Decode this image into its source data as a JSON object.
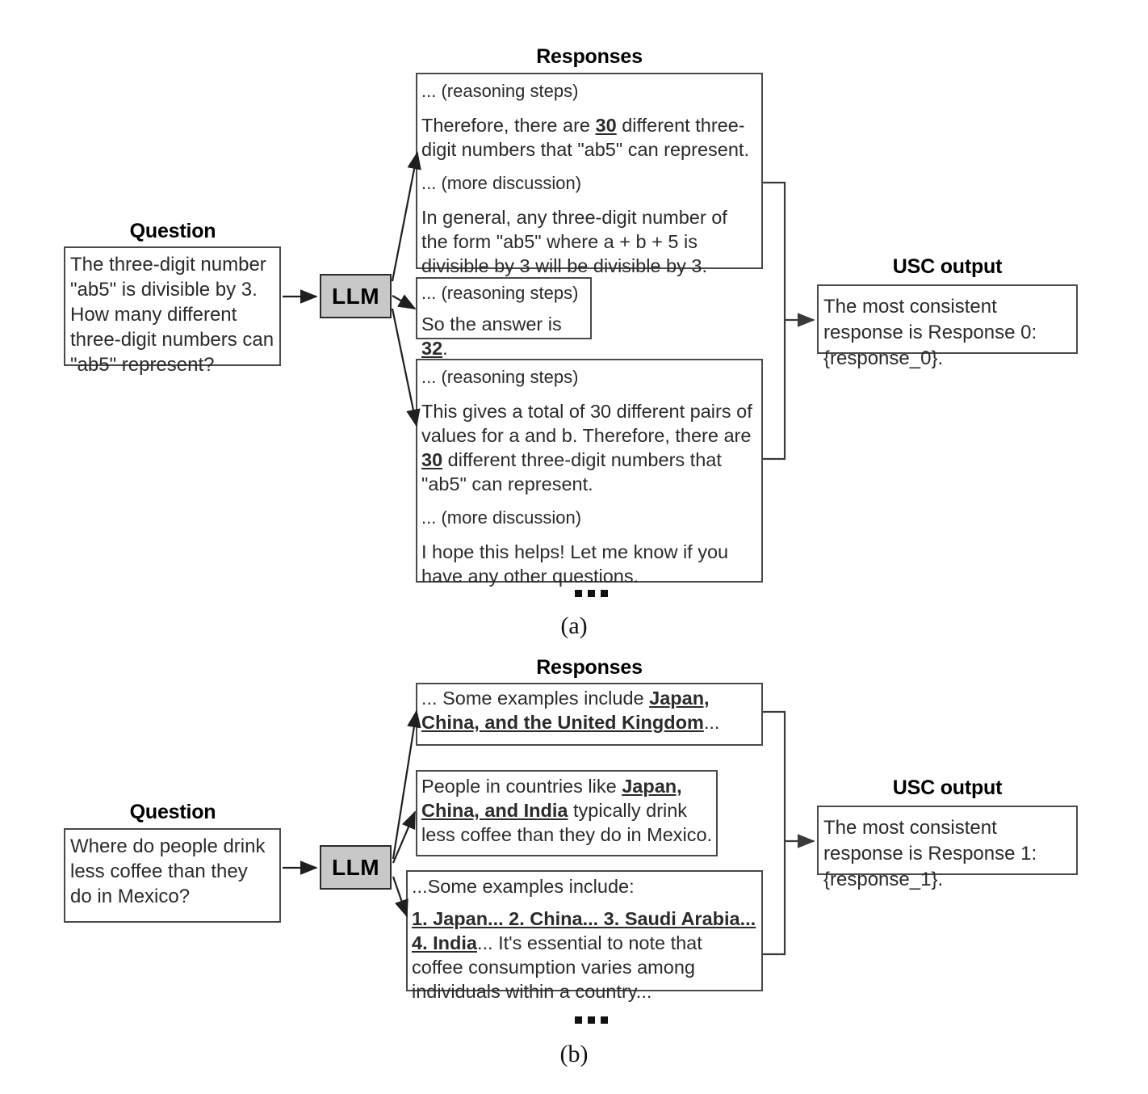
{
  "figure": {
    "panels": [
      {
        "id": "panel-a",
        "caption": "(a)",
        "question_title": "Question",
        "question_text": "The three-digit number \"ab5\" is divisible by 3. How many different three-digit numbers can \"ab5\" represent?",
        "model_label": "LLM",
        "responses_title": "Responses",
        "responses": [
          {
            "id": "response-0",
            "lines": [
              "... (reasoning steps)",
              "Therefore, there are 30 different three-digit numbers that \"ab5\" can represent.",
              "... (more discussion)",
              "In general, any three-digit number of the form \"ab5\" where a + b + 5 is divisible by 3 will be divisible by 3."
            ],
            "highlight": "30"
          },
          {
            "id": "response-1",
            "lines": [
              "... (reasoning steps)",
              "So the answer is 32."
            ],
            "highlight": "32"
          },
          {
            "id": "response-2",
            "lines": [
              "... (reasoning steps)",
              "This gives a total of 30 different pairs of values for a and b. Therefore, there are 30 different three-digit numbers that \"ab5\" can represent.",
              "... (more discussion)",
              "I hope this helps! Let me know if you have any other questions."
            ],
            "highlight": "30"
          }
        ],
        "more_responses_marker": "...",
        "output_title": "USC output",
        "output_text": "The most consistent response is Response 0: {response_0}."
      },
      {
        "id": "panel-b",
        "caption": "(b)",
        "question_title": "Question",
        "question_text": "Where do people drink less coffee than they do in Mexico?",
        "model_label": "LLM",
        "responses_title": "Responses",
        "responses": [
          {
            "id": "response-0",
            "lines": [
              "... Some examples include Japan, China, and the United Kingdom..."
            ],
            "highlight": "Japan, China, and the United Kingdom"
          },
          {
            "id": "response-1",
            "lines": [
              "People in countries like Japan, China, and India typically drink less coffee than they do in Mexico."
            ],
            "highlight": "Japan, China, and India"
          },
          {
            "id": "response-2",
            "lines": [
              "...Some examples include:",
              "1. Japan... 2. China... 3. Saudi Arabia... 4. India... It's essential to note that coffee consumption varies among individuals within a country..."
            ],
            "highlight": "1. Japan... 2. China... 3. Saudi Arabia... 4. India"
          }
        ],
        "more_responses_marker": "...",
        "output_title": "USC output",
        "output_text": "The most consistent response is Response 1: {response_1}."
      }
    ]
  },
  "colors": {
    "llm_fill": "#c8c8c8",
    "box_border": "#4a4a4a",
    "text": "#2b2b2b",
    "arrow": "#222222",
    "background": "#ffffff"
  }
}
